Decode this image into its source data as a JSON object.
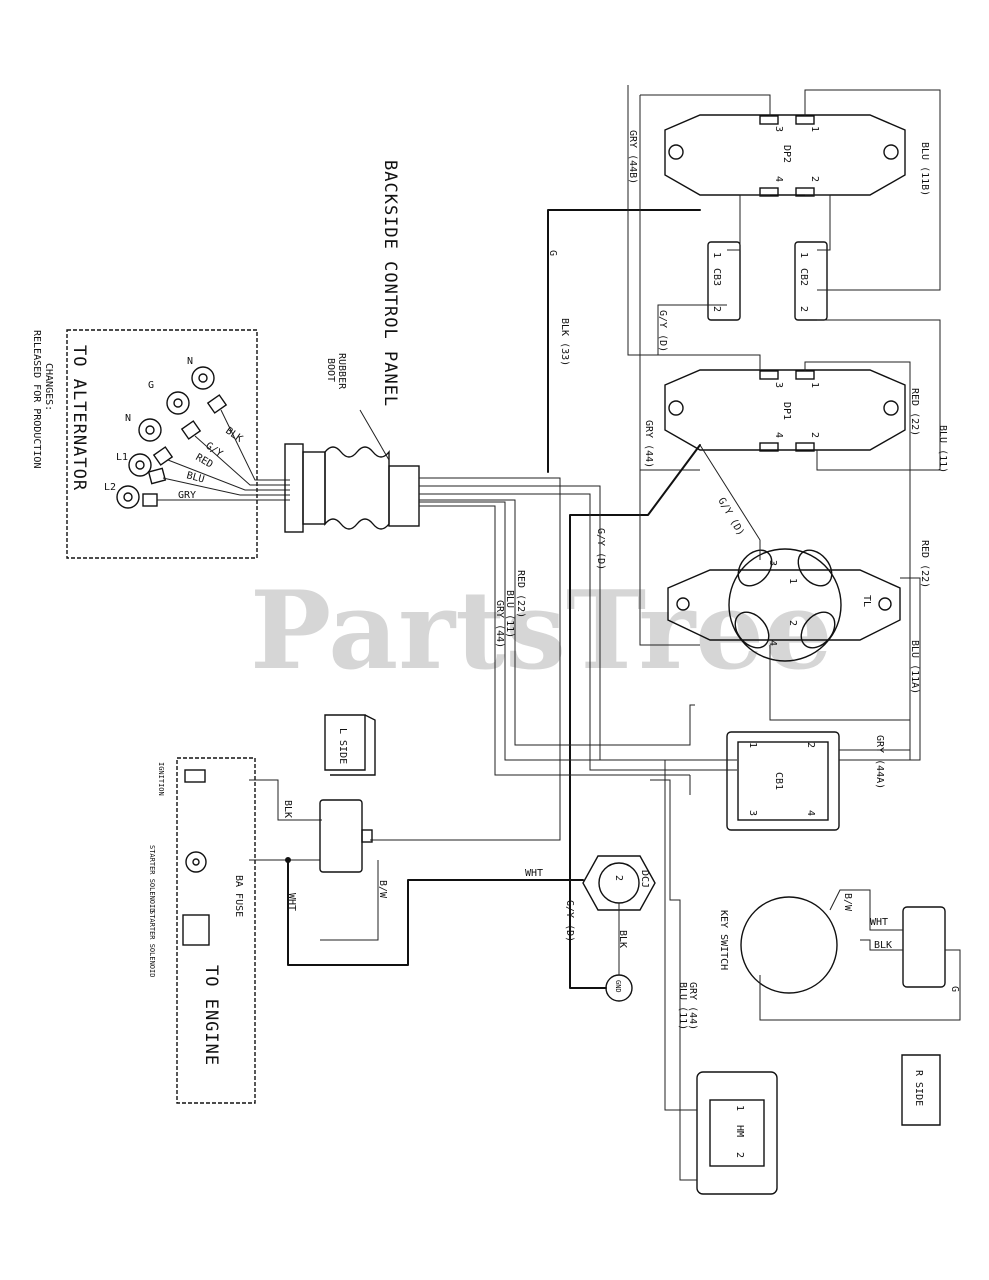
{
  "title": "BACKSIDE CONTROL PANEL",
  "watermark": "PartsTree",
  "boxes": {
    "alternator": "TO ALTERNATOR",
    "engine": "TO ENGINE",
    "l_side": "L SIDE",
    "r_side": "R SIDE",
    "changes": "CHANGES:",
    "released": "RELEASED FOR PRODUCTION",
    "rubber_boot_1": "RUBBER",
    "rubber_boot_2": "BOOT"
  },
  "components": {
    "dp2": "DP2",
    "dp1": "DP1",
    "cb1": "CB1",
    "cb2": "CB2",
    "cb3": "CB3",
    "hm": "HM",
    "dcj": "DCJ",
    "gnd": "GND",
    "key_switch": "KEY SWITCH",
    "ba_fuse": "BA FUSE",
    "ignition": "IGNITION",
    "starter_solenoid": "STARTER SOLENOID",
    "starter_solenoid_2": "STARTER SOLENOID",
    "tl": "TL"
  },
  "alternator_leads": [
    "N",
    "G",
    "N",
    "L1",
    "L2"
  ],
  "lead_colors": [
    "BLK",
    "G/Y",
    "RED",
    "BLU",
    "GRY"
  ],
  "wire_labels": {
    "g_top": "G",
    "blk33": "BLK (33)",
    "gry44b": "GRY (44B)",
    "blu11b": "BLU (11B)",
    "gy_d_cb": "G/Y (D)",
    "gry44_dp1": "GRY (44)",
    "red22_dp1": "RED (22)",
    "blu11_dp1": "BLU (11)",
    "gy_d_recep": "G/Y (D)",
    "gy_d_left": "G/Y (D)",
    "red22_right": "RED (22)",
    "red22_left": "RED (22)",
    "blu11_left": "BLU (11)",
    "gry44_left": "GRY (44)",
    "blu11a": "BLU (11A)",
    "gry44a": "GRY (44A)",
    "blk_ign": "BLK",
    "wht_dcj": "WHT",
    "wht_eng": "WHT",
    "bw_eng": "B/W",
    "gy_d_dcj": "G/Y (D)",
    "blk_dcj": "BLK",
    "gry44_hm": "GRY (44)",
    "blu11_hm": "BLU (11)",
    "bw_key": "B/W",
    "wht_key": "WHT",
    "blk_key": "BLK",
    "g_key": "G"
  },
  "pin_numbers": {
    "p1": "1",
    "p2": "2",
    "p3": "3",
    "p4": "4"
  }
}
